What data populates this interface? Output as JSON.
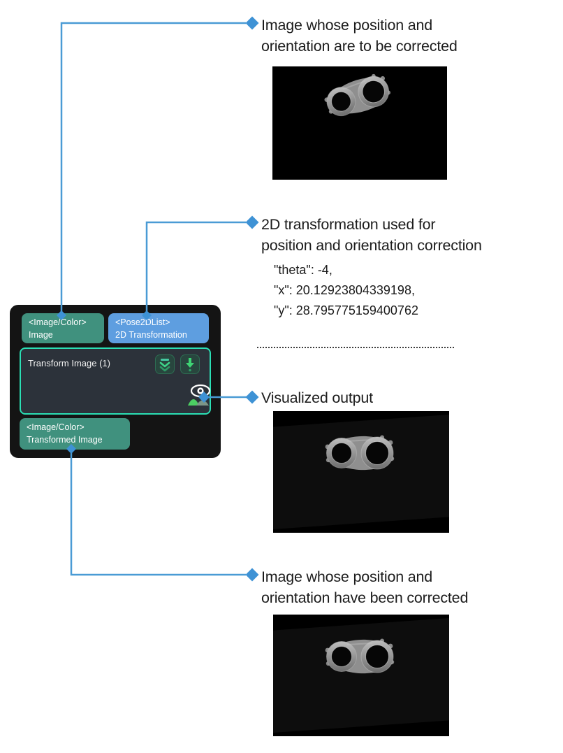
{
  "node": {
    "title": "Transform Image (1)",
    "input_ports": [
      {
        "type": "<Image/Color>",
        "name": "Image"
      },
      {
        "type": "<Pose2DList>",
        "name": "2D Transformation"
      }
    ],
    "output_ports": [
      {
        "type": "<Image/Color>",
        "name": "Transformed Image"
      }
    ]
  },
  "callouts": {
    "input_image": [
      "Image whose position and",
      "orientation are to be corrected"
    ],
    "transformation": [
      "2D transformation used for",
      "position and orientation correction"
    ],
    "transformation_values": [
      "\"theta\": -4,",
      "\"x\": 20.12923804339198,",
      "\"y\": 28.795775159400762"
    ],
    "visualized_output": [
      "Visualized output"
    ],
    "output_image": [
      "Image whose position and",
      "orientation have been corrected"
    ]
  },
  "icons": {
    "node_buttons": [
      "double-chevron-down-icon",
      "arrow-down-icon"
    ],
    "visualization": "eye-image-icon",
    "marker": "diamond-marker"
  },
  "colors": {
    "callout_line": "#4a9bd5",
    "diamond": "#3e92d5",
    "node_background": "#141414",
    "port_teal": "#40917e",
    "port_blue": "#5e9ee0",
    "body_background": "#2c323a",
    "body_border": "#2bdfb4",
    "icon_green": "#3ed489",
    "annotation_text": "#1c1c1c",
    "port_text": "#ffffff"
  }
}
